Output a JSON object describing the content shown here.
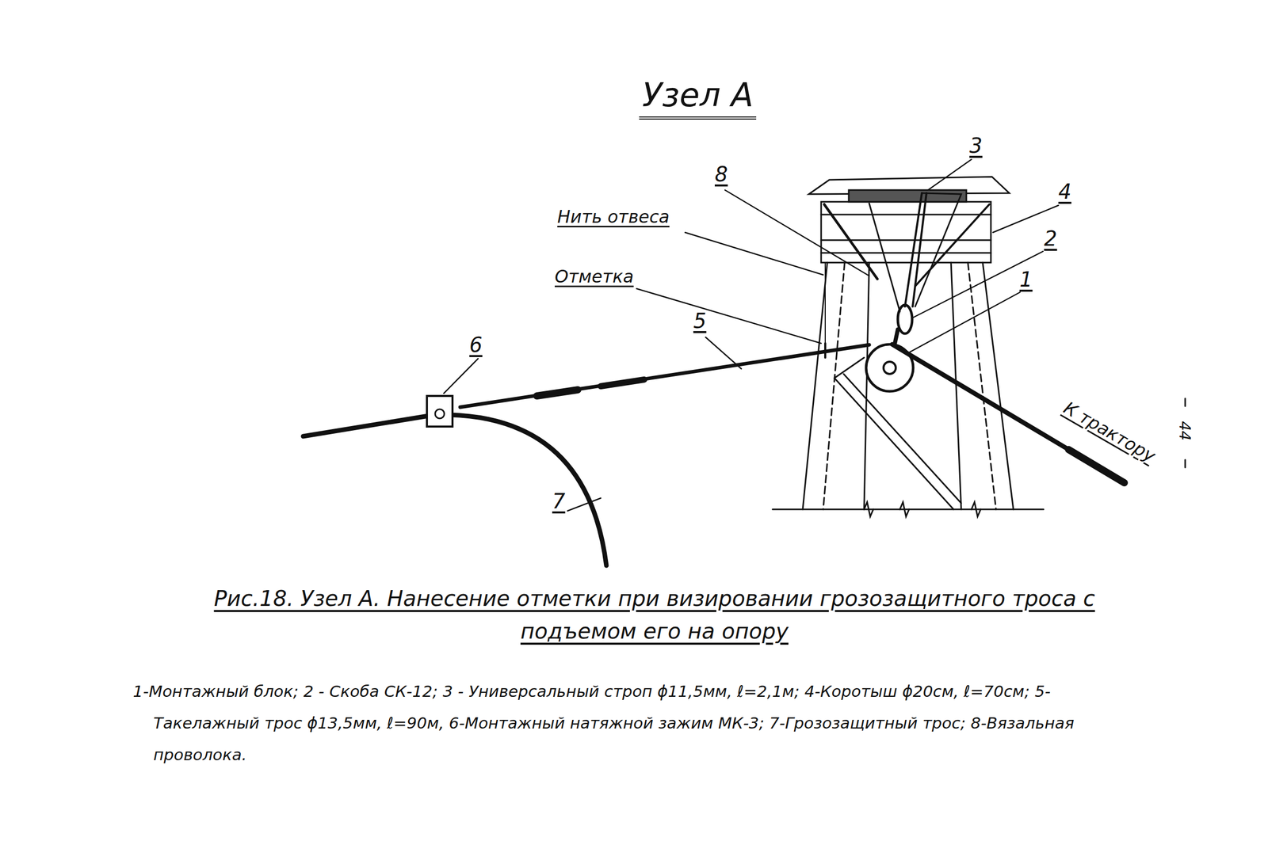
{
  "diagram": {
    "title": "Узел А",
    "caption": "Рис.18. Узел А. Нанесение отметки при визировании грозозащитного троса с подъемом его на опору",
    "labels": [
      "8",
      "3",
      "4",
      "Нить отвеса",
      "2",
      "Отметка",
      "1",
      "5",
      "6",
      "К трактору",
      "7",
      "44",
      "1-Монтажный блок; 2 - Скоба СК-12; 3 - Универсальный строп ϕ11,5мм, ℓ=2,1м; 4-Коротыш ϕ20см, ℓ=70см; 5-Такелажный трос ϕ13,5мм, ℓ=90м, 6-Монтажный натяжной зажим МК-3; 7-Грозозащитный трос; 8-Вязальная проволока."
    ]
  }
}
